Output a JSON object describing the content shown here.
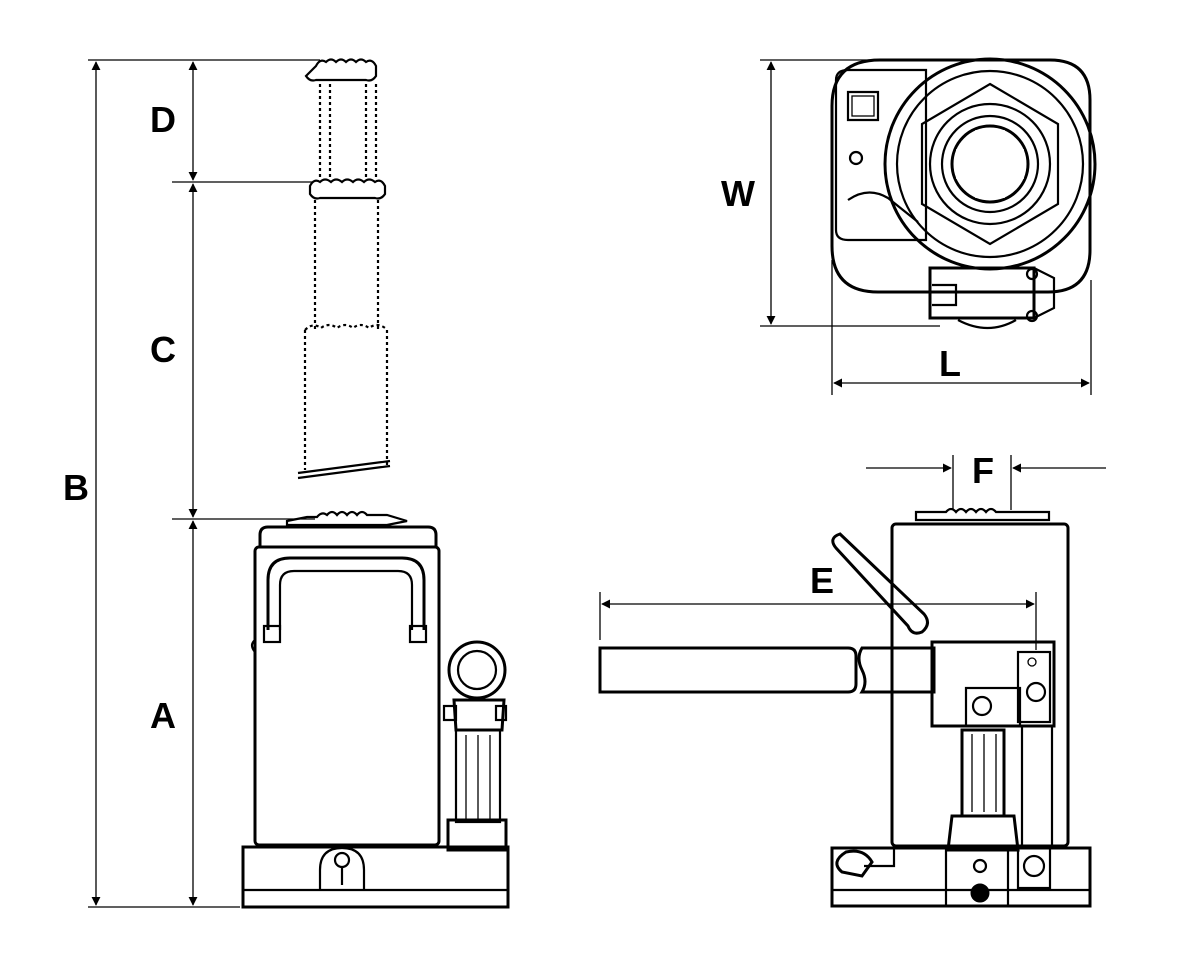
{
  "labels": {
    "A": "A",
    "B": "B",
    "C": "C",
    "D": "D",
    "E": "E",
    "F": "F",
    "W": "W",
    "L": "L"
  },
  "colors": {
    "line": "#000000",
    "background": "#ffffff"
  }
}
